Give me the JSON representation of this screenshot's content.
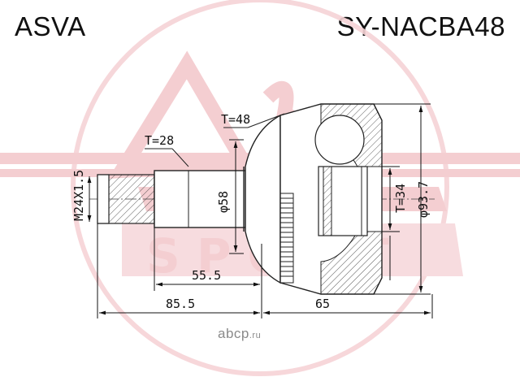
{
  "header": {
    "brand": "ASVA",
    "part_number": "SY-NACBA48"
  },
  "dimensions": {
    "thread": "M24X1.5",
    "teeth_inner": "T=28",
    "abs_teeth": "T=48",
    "spline_outer": "T=34",
    "shaft_diameter": "φ58",
    "outer_diameter": "φ93.7",
    "shaft_length": "55.5",
    "total_left": "85.5",
    "housing_length": "65"
  },
  "watermarks": {
    "site": "abcp",
    "site_suffix": ".ru",
    "logo": "ASVA SPORT"
  },
  "colors": {
    "watermark_red": "#f3c9cd",
    "line": "#222222"
  }
}
